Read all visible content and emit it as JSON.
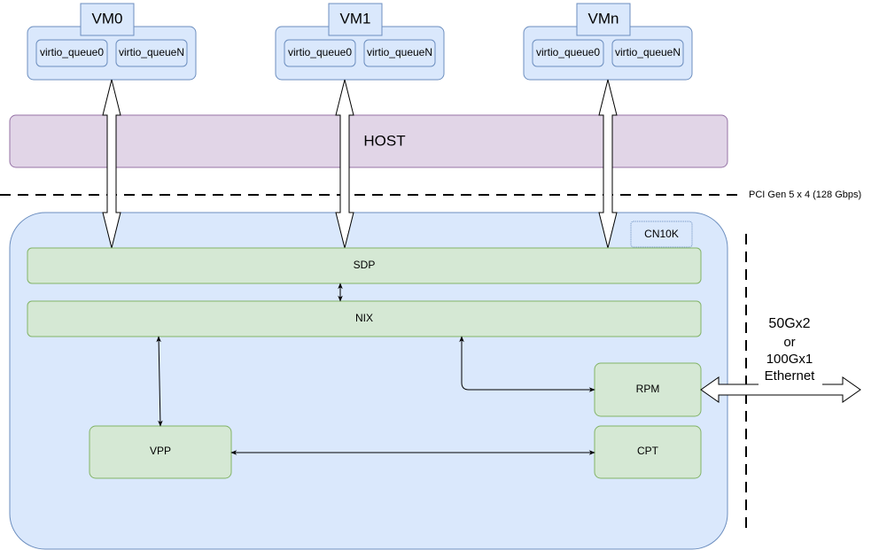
{
  "vms": [
    {
      "name": "VM0",
      "queues": [
        "virtio_queue0",
        "virtio_queueN"
      ]
    },
    {
      "name": "VM1",
      "queues": [
        "virtio_queue0",
        "virtio_queueN"
      ]
    },
    {
      "name": "VMn",
      "queues": [
        "virtio_queue0",
        "virtio_queueN"
      ]
    }
  ],
  "host": {
    "label": "HOST"
  },
  "pci": {
    "label": "PCI Gen 5 x 4  (128 Gbps)"
  },
  "chip": {
    "label": "CN10K",
    "blocks": {
      "sdp": "SDP",
      "nix": "NIX",
      "rpm": "RPM",
      "vpp": "VPP",
      "cpt": "CPT"
    }
  },
  "ethernet": {
    "lines": [
      "50Gx2",
      "or",
      "100Gx1",
      "Ethernet"
    ]
  },
  "colors": {
    "vm_fill": "#dae8fc",
    "vm_stroke": "#6c8ebf",
    "host_fill": "#e1d5e7",
    "host_stroke": "#9673a6",
    "block_fill": "#d5e8d4",
    "block_stroke": "#82b366"
  }
}
